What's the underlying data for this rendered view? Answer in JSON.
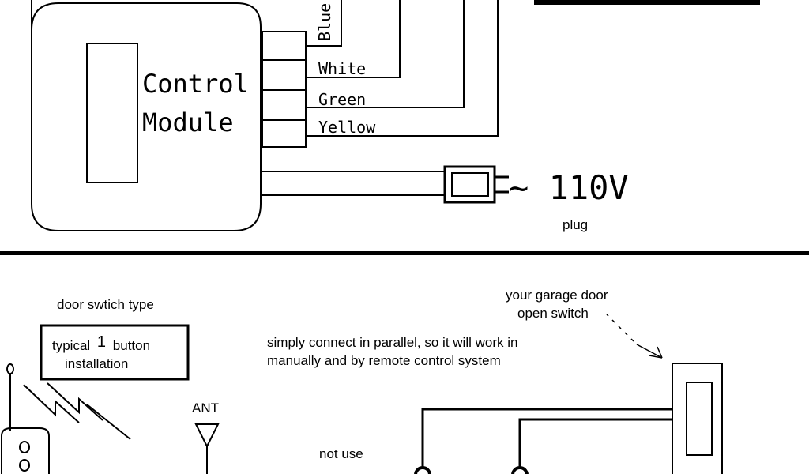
{
  "top_panel": {
    "module_label_line1": "Control",
    "module_label_line2": "Module",
    "wire_labels": {
      "blue": "Blue",
      "white": "White",
      "green": "Green",
      "yellow": "Yellow"
    },
    "voltage_label": "~ 110V",
    "plug_label": "plug"
  },
  "bottom_panel": {
    "switch_type_title": "door swtich type",
    "installation_box_line1_a": "typical",
    "installation_box_line1_num": "1",
    "installation_box_line1_b": "button",
    "installation_box_line2": "installation",
    "antenna_label": "ANT",
    "not_use_label": "not use",
    "parallel_note_line1": "simply connect in parallel, so it will work in",
    "parallel_note_line2": "manually and by remote control system",
    "garage_switch_line1": "your garage door",
    "garage_switch_line2": "open switch"
  }
}
